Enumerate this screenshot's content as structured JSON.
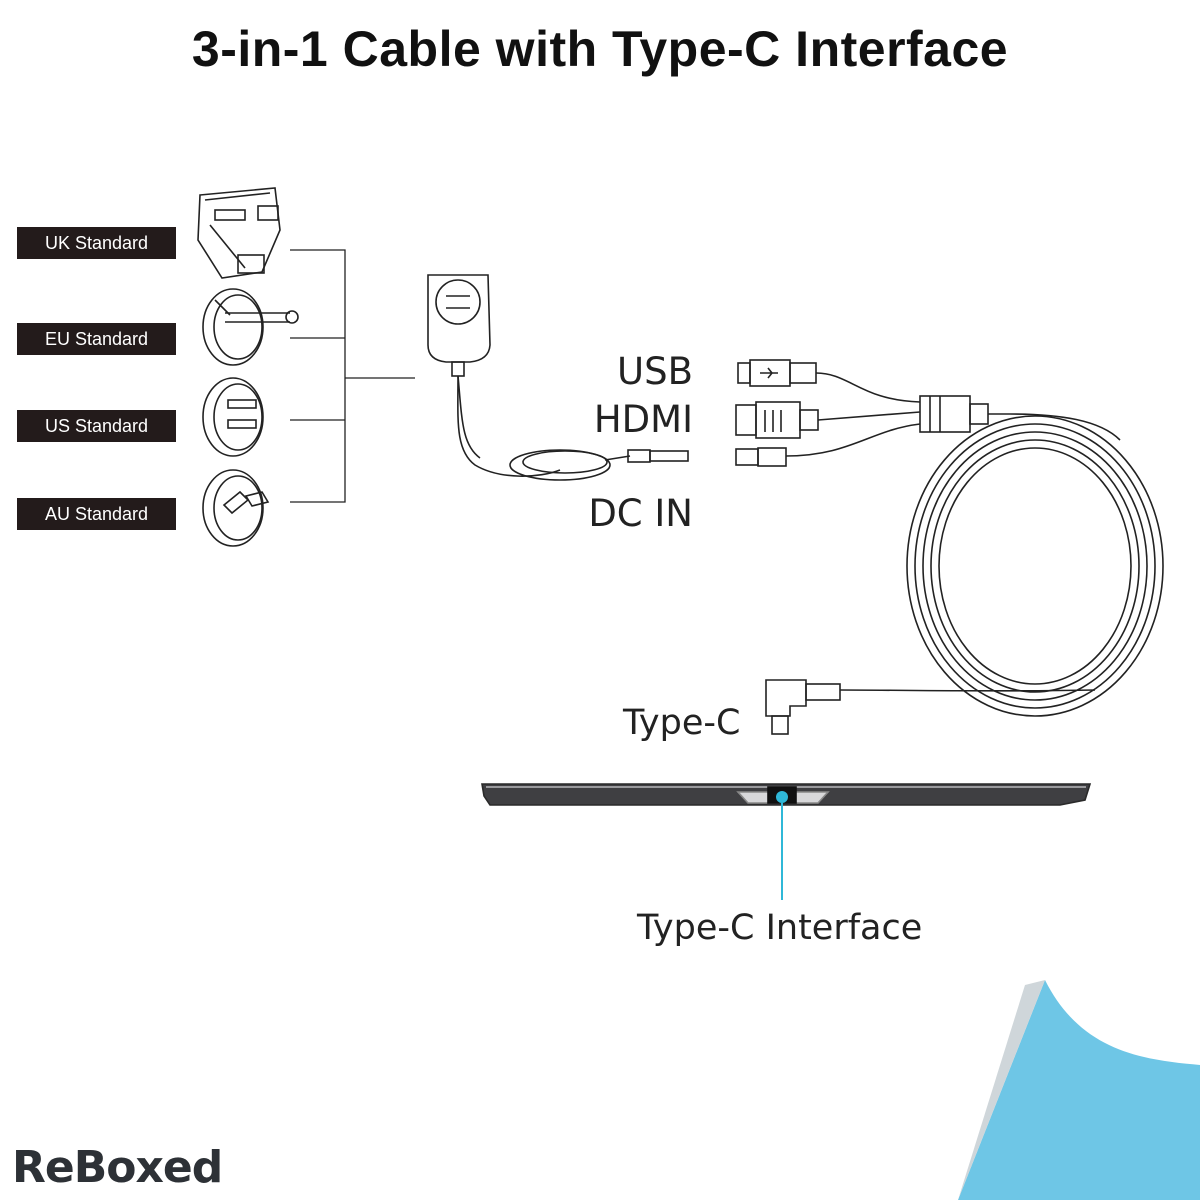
{
  "title": "3-in-1 Cable with Type-C Interface",
  "plug_standards": [
    {
      "label": "UK Standard"
    },
    {
      "label": "EU Standard"
    },
    {
      "label": "US Standard"
    },
    {
      "label": "AU Standard"
    }
  ],
  "ports": {
    "usb": "USB",
    "hdmi": "HDMI",
    "dc_in": "DC IN"
  },
  "type_c_connector": "Type-C",
  "type_c_interface": "Type-C Interface",
  "brand": "ReBoxed",
  "colors": {
    "label_bg": "#231b1b",
    "accent_cyan": "#2fb8d8",
    "corner_blue": "#6ec6e6"
  }
}
